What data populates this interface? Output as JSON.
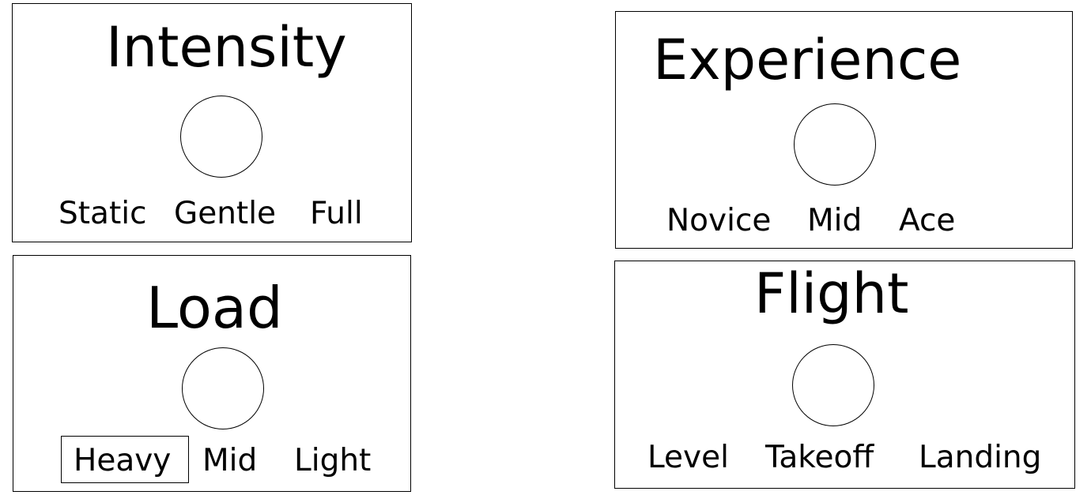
{
  "panels": {
    "intensity": {
      "title": "Intensity",
      "options": [
        "Static",
        "Gentle",
        "Full"
      ]
    },
    "experience": {
      "title": "Experience",
      "options": [
        "Novice",
        "Mid",
        "Ace"
      ]
    },
    "load": {
      "title": "Load",
      "options": [
        "Heavy",
        "Mid",
        "Light"
      ],
      "selected": "Heavy"
    },
    "flight": {
      "title": "Flight",
      "options": [
        "Level",
        "Takeoff",
        "Landing"
      ]
    }
  },
  "colors": {
    "background": "#ffffff",
    "foreground": "#000000"
  }
}
